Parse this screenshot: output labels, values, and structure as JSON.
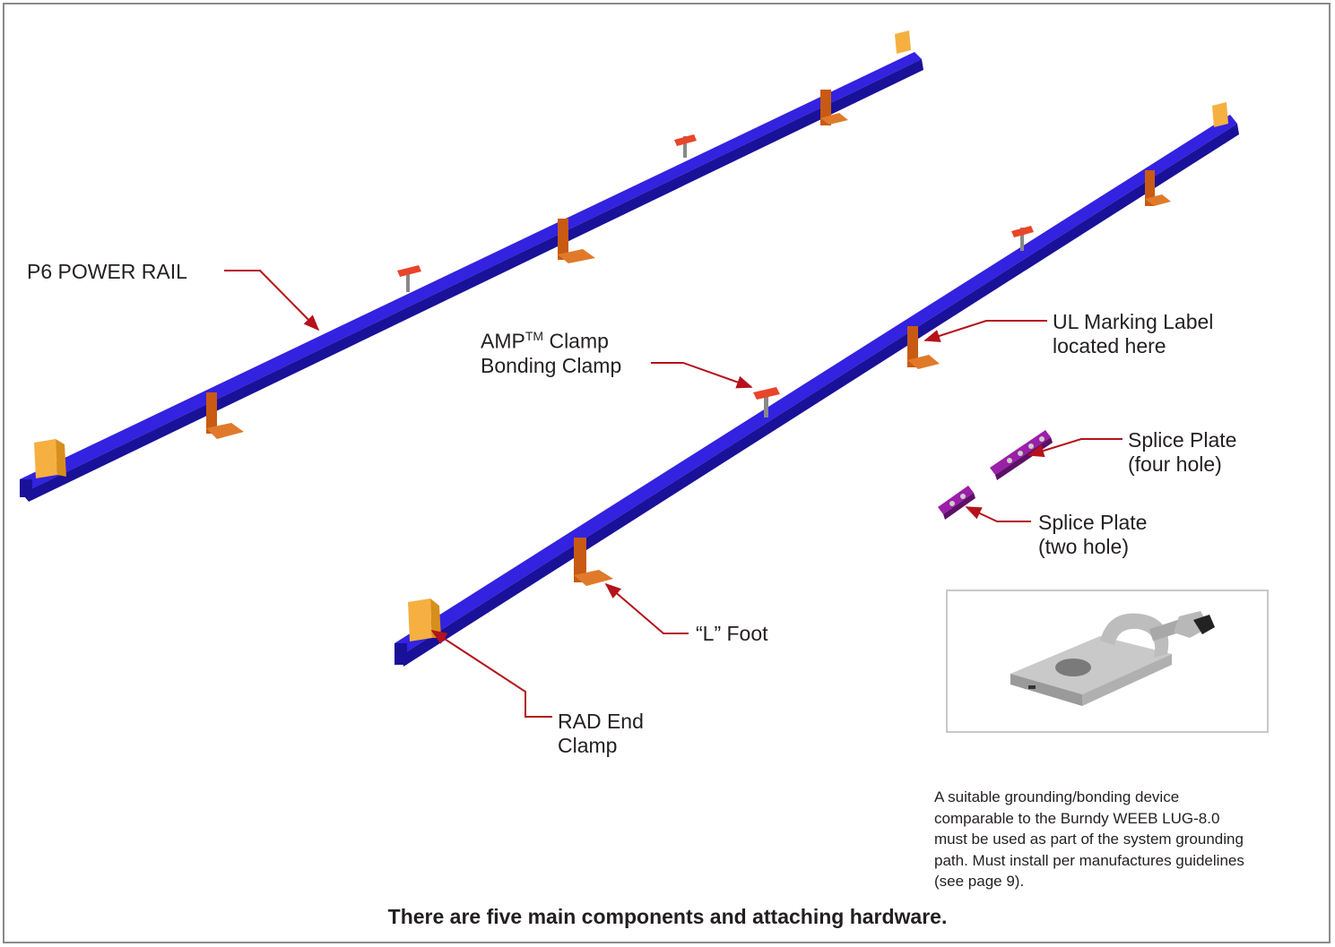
{
  "labels": {
    "power_rail": "P6 POWER RAIL",
    "amp_clamp_line1_pre": "AMP",
    "amp_clamp_line1_sup": "TM",
    "amp_clamp_line1_post": " Clamp",
    "amp_clamp_line2": "Bonding Clamp",
    "ul_label_line1": "UL Marking Label",
    "ul_label_line2": "located here",
    "splice_four_line1": "Splice Plate",
    "splice_four_line2": "(four hole)",
    "splice_two_line1": "Splice Plate",
    "splice_two_line2": "(two hole)",
    "l_foot": "“L” Foot",
    "rad_line1": "RAD End",
    "rad_line2": "Clamp"
  },
  "grounding_note": "A suitable grounding/bonding device comparable to the Burndy WEEB LUG-8.0 must be used as part of the system grounding path. Must install per manufactures guidelines (see page 9).",
  "caption": "There are five main components and attaching hardware.",
  "colors": {
    "rail": "#2b1fd6",
    "rail_dark": "#1a1199",
    "l_foot": "#d2691e",
    "end_clamp": "#f5b041",
    "bonding_clamp": "#e8452a",
    "splice_plate": "#9b1fa8",
    "leader": "#b5121b",
    "frame": "#8a8a8a"
  }
}
